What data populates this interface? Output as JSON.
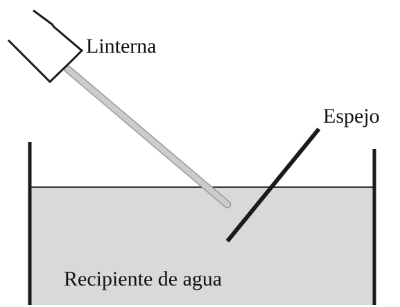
{
  "labels": {
    "flashlight": "Linterna",
    "mirror": "Espejo",
    "container": "Recipiente de agua"
  },
  "colors": {
    "water": "#d9d9d9",
    "line": "#1a1a1a",
    "light_beam": "#cccccc",
    "background": "#ffffff"
  }
}
